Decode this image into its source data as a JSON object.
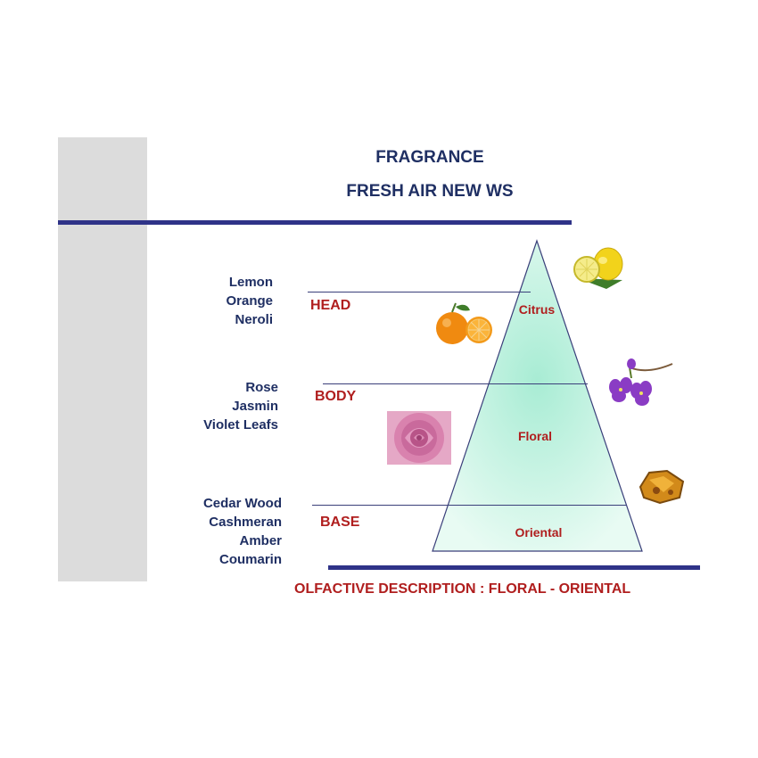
{
  "header": {
    "title_line1": "FRAGRANCE",
    "title_line2": "FRESH AIR NEW WS"
  },
  "tiers": [
    {
      "label": "HEAD",
      "notes": [
        "Lemon",
        "Orange",
        "Neroli"
      ],
      "family": "Citrus"
    },
    {
      "label": "BODY",
      "notes": [
        "Rose",
        "Jasmin",
        "Violet Leafs"
      ],
      "family": "Floral"
    },
    {
      "label": "BASE",
      "notes": [
        "Cedar Wood",
        "Cashmeran",
        "Amber",
        "Coumarin"
      ],
      "family": "Oriental"
    }
  ],
  "footer": {
    "description": "OLFACTIVE DESCRIPTION : FLORAL - ORIENTAL"
  },
  "colors": {
    "navy": "#1f2f63",
    "red": "#b01e1e",
    "rule": "#2f3388",
    "pyramid_fill": "#c8f2e3"
  },
  "images": [
    "lemon-image",
    "orange-image",
    "violet-image",
    "rose-image",
    "amber-image"
  ]
}
